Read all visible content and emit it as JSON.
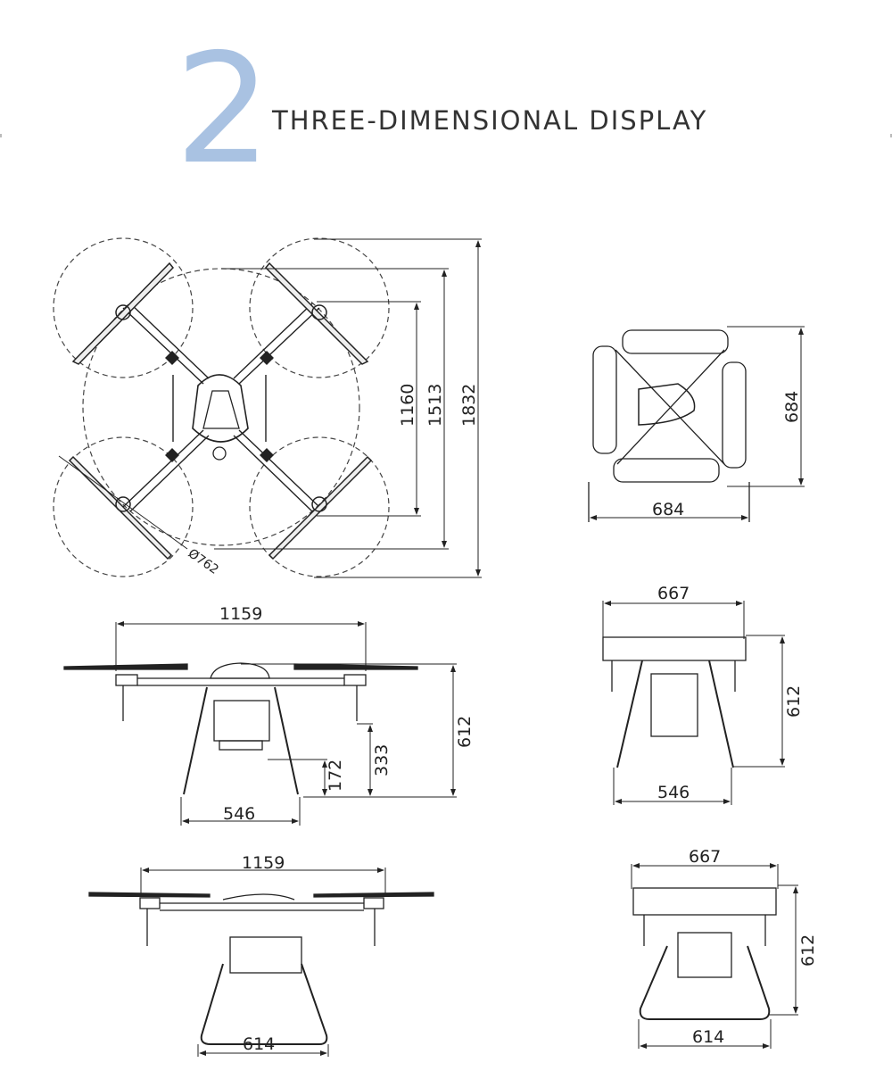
{
  "header": {
    "section_number": "2",
    "title": "THREE-DIMENSIONAL DISPLAY",
    "accent_color": "#a9c2e2"
  },
  "views": {
    "top_unfolded": {
      "dims": {
        "motor_spacing": "1160",
        "body_length": "1513",
        "overall_length": "1832",
        "prop_diameter": "Ø762"
      }
    },
    "top_folded": {
      "dims": {
        "width": "684",
        "height": "684"
      }
    },
    "front_unfolded": {
      "dims": {
        "wheelbase": "1159",
        "height": "612",
        "nozzle_height": "333",
        "ground_clearance": "172",
        "leg_spacing": "546"
      }
    },
    "front_folded": {
      "dims": {
        "width": "667",
        "height": "612",
        "leg_spacing": "546"
      }
    },
    "side_unfolded": {
      "dims": {
        "wheelbase": "1159",
        "skid_width": "614"
      }
    },
    "side_folded": {
      "dims": {
        "width": "667",
        "height": "612",
        "skid_width": "614"
      }
    }
  }
}
